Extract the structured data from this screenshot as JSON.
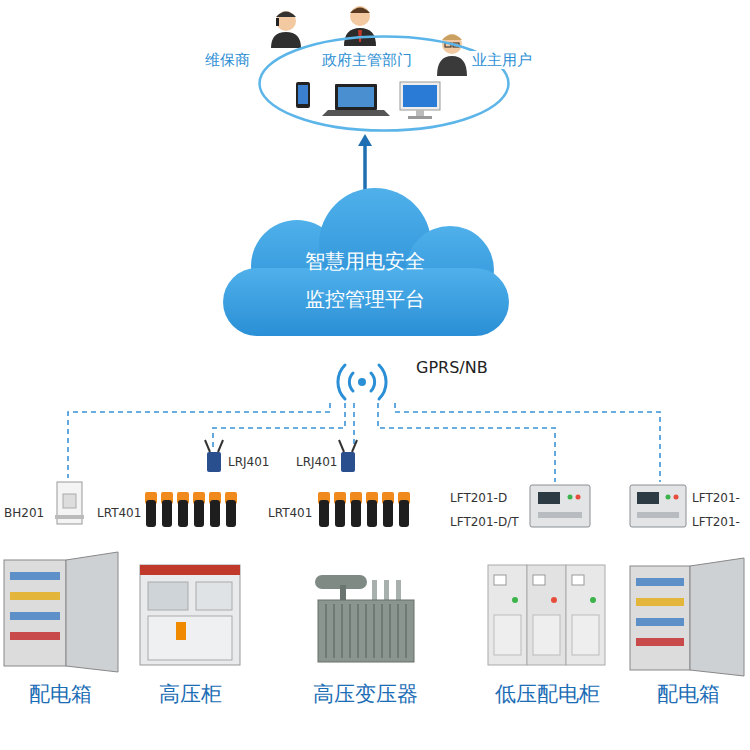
{
  "diagram": {
    "nodes": [
      {
        "text": [
          "维保商",
          "政府主管部门",
          "业主用户"
        ]
      },
      {
        "text": [
          "智慧用电安全 监控管理平台"
        ]
      }
    ],
    "edges": [
      {
        "from": 1,
        "to": 0,
        "arrow": "to"
      }
    ],
    "labels": [
      "GPRS/NB",
      "LRJ401",
      "LRJ401",
      "BH201",
      "LRT401",
      "LRT401",
      "LFT201-D",
      "LFT201-D/T",
      "LFT201-",
      "LFT201-",
      "配电箱",
      "高压柜",
      "高压变压器",
      "低压配电柜",
      "配电箱"
    ]
  }
}
